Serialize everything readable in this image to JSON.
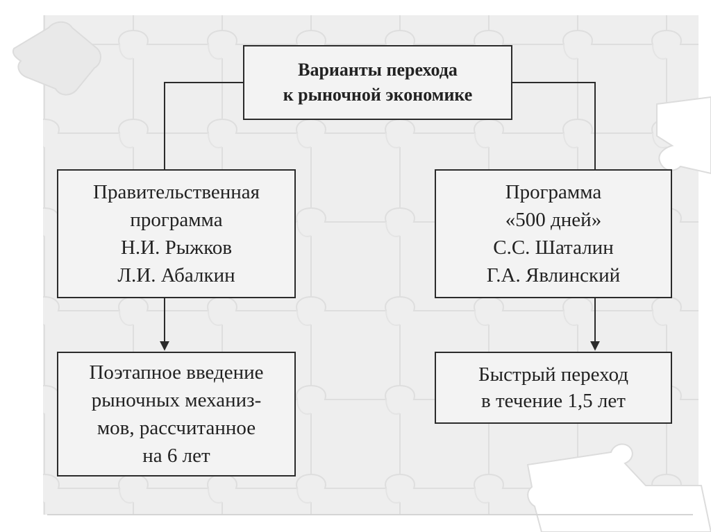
{
  "diagram": {
    "root": {
      "lines": [
        "Варианты перехода",
        "к рыночной экономике"
      ]
    },
    "branches": [
      {
        "program": {
          "lines": [
            "Правительственная",
            "программа",
            "Н.И. Рыжков",
            "Л.И. Абалкин"
          ]
        },
        "outcome": {
          "lines": [
            "Поэтапное введение",
            "рыночных механиз-",
            "мов, рассчитанное",
            "на 6 лет"
          ]
        }
      },
      {
        "program": {
          "lines": [
            "Программа",
            "«500 дней»",
            "С.С. Шаталин",
            "Г.А. Явлинский"
          ]
        },
        "outcome": {
          "lines": [
            "Быстрый переход",
            "в течение 1,5 лет"
          ]
        }
      }
    ]
  },
  "colors": {
    "background": "#ffffff",
    "puzzle_piece": "#e9e9e9",
    "puzzle_seam": "#dcdcdc",
    "box_fill": "#f3f3f3",
    "box_border": "#2b2b2b",
    "text": "#222222",
    "connector": "#2b2b2b"
  }
}
